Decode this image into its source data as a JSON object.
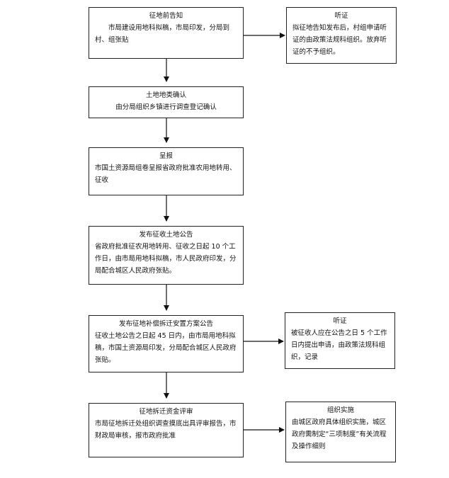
{
  "boxes": {
    "notice": {
      "title": "征地前告知",
      "text": "市局建设用地科拟稿，市局印发，分局到村、组张贴"
    },
    "hearing1": {
      "title": "听证",
      "text": "拟征地告知发布后，村组申请听证的由政策法规科组织。放弃听证的不予组织。"
    },
    "confirm": {
      "title": "土地地类确认",
      "text": "由分局组织乡镇进行调查登记确认"
    },
    "report": {
      "title": "呈报",
      "text": "市国土资源局组卷呈报省政府批准农用地转用、征收"
    },
    "announce": {
      "title": "发布征收土地公告",
      "text": "省政府批准征农用地转用、征收之日起 10 个工作日，由市局用地科拟稿，市人民政府印发，分局配合城区人民政府张贴。"
    },
    "compensation": {
      "title": "发布征地补偿拆迁安置方案公告",
      "text": "征收土地公告之日起 45 日内，由市局用地科拟稿，市国土资源局印发，分局配合城区人民政府张贴。"
    },
    "hearing2": {
      "title": "听证",
      "text": "被征收人应在公告之日 5 个工作日内提出申请，由政策法规科组织，记录"
    },
    "review": {
      "title": "征地拆迁资金评审",
      "text": "市局征地拆迁处组织调查摸底出具评审报告，市财政局审核，报市政府批准"
    },
    "implement": {
      "title": "组织实施",
      "text": "由城区政府具体组织实施，城区政府需制定“三项制度”有关流程及操作细则"
    }
  }
}
